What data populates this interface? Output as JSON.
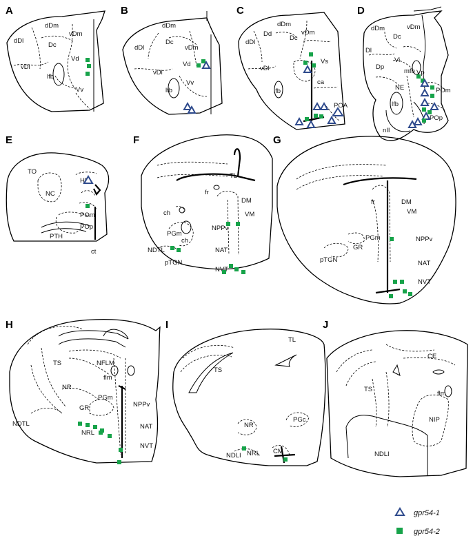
{
  "panels": {
    "A": {
      "label": "A",
      "regions": [
        "dDm",
        "dDl",
        "Dc",
        "vDm",
        "vDl",
        "Vd",
        "lfb",
        "Vv"
      ]
    },
    "B": {
      "label": "B",
      "regions": [
        "dDm",
        "dDl",
        "Dc",
        "vDm",
        "vDl",
        "Vd",
        "lfb",
        "Vv"
      ]
    },
    "C": {
      "label": "C",
      "regions": [
        "dDm",
        "Dd",
        "Dc",
        "vDm",
        "dDl",
        "vDl",
        "Vs",
        "ca",
        "lfb",
        "POA"
      ]
    },
    "D": {
      "label": "D",
      "regions": [
        "dDm",
        "vDm",
        "Dc",
        "Dl",
        "Vi",
        "Dp",
        "mfb",
        "Vp",
        "NE",
        "POm",
        "lfb",
        "POp",
        "nII"
      ]
    },
    "E": {
      "label": "E",
      "regions": [
        "TO",
        "NC",
        "HB",
        "POm",
        "POp",
        "PTH",
        "ct"
      ]
    },
    "F": {
      "label": "F",
      "regions": [
        "TL",
        "fr",
        "DM",
        "VM",
        "ch",
        "PGm",
        "NPPv",
        "ch",
        "NDTL",
        "NAT",
        "pTGN",
        "NVT"
      ]
    },
    "G": {
      "label": "G",
      "regions": [
        "fr",
        "DM",
        "VM",
        "PGm",
        "GR",
        "NPPv",
        "pTGN",
        "NAT",
        "NVT"
      ]
    },
    "H": {
      "label": "H",
      "regions": [
        "TS",
        "NFLM",
        "flm",
        "NR",
        "PGm",
        "GR",
        "NPPv",
        "NDTL",
        "NRL",
        "NAT",
        "NVT"
      ]
    },
    "I": {
      "label": "I",
      "regions": [
        "TL",
        "TS",
        "NR",
        "PGc",
        "NDLI",
        "NRL",
        "CM"
      ]
    },
    "J": {
      "label": "J",
      "regions": [
        "CE",
        "TS",
        "flm",
        "NIP",
        "NDLI"
      ]
    }
  },
  "legend": {
    "triangle": {
      "name": "gpr54-1",
      "color": "#2e4a8c"
    },
    "square": {
      "name": "gpr54-2",
      "color": "#17a34a"
    }
  }
}
